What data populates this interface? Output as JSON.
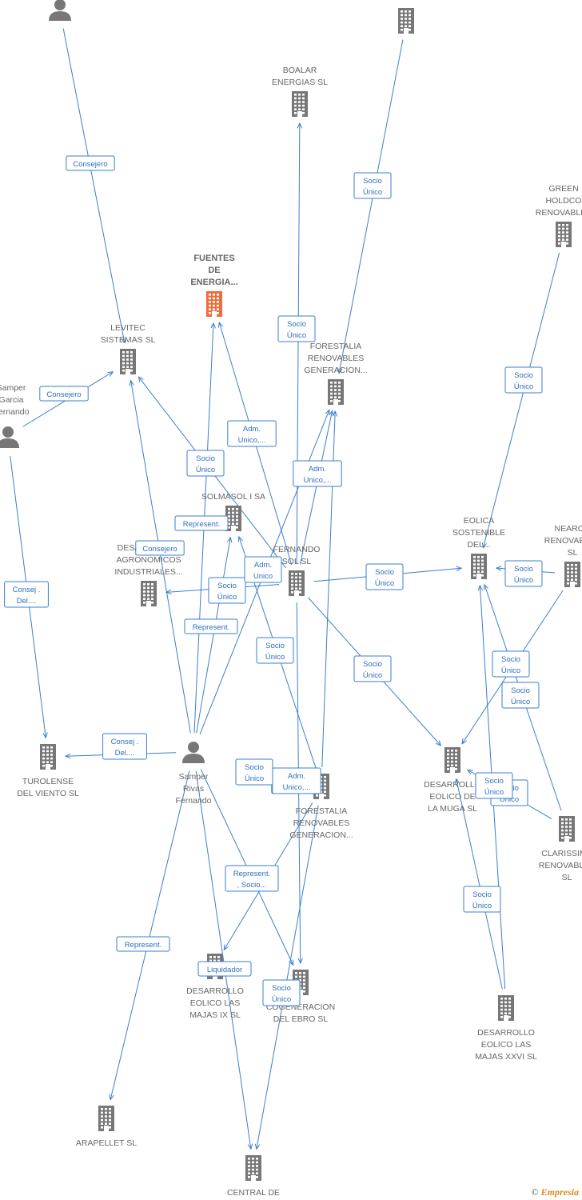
{
  "colors": {
    "edge": "#3a7fd0",
    "company": "#777777",
    "highlight": "#f26b3a",
    "person": "#777777"
  },
  "footer": {
    "copyright": "©",
    "brand": "Empresia"
  },
  "nodes": [
    {
      "id": "p_top",
      "type": "person",
      "label": []
    },
    {
      "id": "c_top",
      "type": "company",
      "label": []
    },
    {
      "id": "boalar",
      "type": "company",
      "label": [
        "BOALAR",
        "ENERGIAS  SL"
      ]
    },
    {
      "id": "green",
      "type": "company",
      "label": [
        "GREEN",
        "HOLDCO",
        "RENOVABLES"
      ]
    },
    {
      "id": "fuentes",
      "type": "company",
      "highlight": true,
      "label": [
        "FUENTES",
        "DE",
        "ENERGIA..."
      ]
    },
    {
      "id": "levitec",
      "type": "company",
      "label": [
        "LEVITEC",
        "SISTEMAS  SL"
      ]
    },
    {
      "id": "forestalia1",
      "type": "company",
      "label": [
        "FORESTALIA",
        "RENOVABLES",
        "GENERACION..."
      ]
    },
    {
      "id": "p_left",
      "type": "person",
      "label": [
        "Samper",
        "Garcia",
        "Fernando"
      ]
    },
    {
      "id": "solmasol",
      "type": "company",
      "label": [
        "SOLMASOL I SA"
      ]
    },
    {
      "id": "desarrollos_agro",
      "type": "company",
      "label": [
        "DESARROLLOS",
        "AGRONOMICOS",
        "INDUSTRIALES..."
      ]
    },
    {
      "id": "fernando_sol",
      "type": "company",
      "label": [
        "FERNANDO",
        "SOL SL"
      ]
    },
    {
      "id": "eolica",
      "type": "company",
      "label": [
        "EOLICA",
        "SOSTENIBLE",
        "DEL..."
      ]
    },
    {
      "id": "nearco",
      "type": "company",
      "label": [
        "NEARCO",
        "RENOVABLES",
        "SL"
      ]
    },
    {
      "id": "turolense",
      "type": "company",
      "label": [
        "TUROLENSE",
        "DEL VIENTO SL"
      ]
    },
    {
      "id": "p_samper",
      "type": "person",
      "label": [
        "Samper",
        "Rivas",
        "Fernando"
      ]
    },
    {
      "id": "forestalia2",
      "type": "company",
      "label": [
        "FORESTALIA",
        "RENOVABLES",
        "GENERACION..."
      ]
    },
    {
      "id": "muga",
      "type": "company",
      "label": [
        "DESARROLLO",
        "EOLICO DE",
        "LA MUGA SL"
      ]
    },
    {
      "id": "clarissima",
      "type": "company",
      "label": [
        "CLARISSIMA",
        "RENOVABLES",
        "SL"
      ]
    },
    {
      "id": "majas9",
      "type": "company",
      "label": [
        "DESARROLLO",
        "EOLICO LAS",
        "MAJAS IX  SL"
      ]
    },
    {
      "id": "cogeneracion",
      "type": "company",
      "label": [
        "COGENERACION",
        "DEL EBRO  SL"
      ]
    },
    {
      "id": "majas26",
      "type": "company",
      "label": [
        "DESARROLLO",
        "EOLICO LAS",
        "MAJAS XXVI  SL"
      ]
    },
    {
      "id": "arapellet",
      "type": "company",
      "label": [
        "ARAPELLET  SL"
      ]
    },
    {
      "id": "central",
      "type": "company",
      "label": [
        "CENTRAL DE"
      ]
    }
  ],
  "edges": [
    {
      "from": "p_top",
      "to": "levitec",
      "label": [
        "Consejero"
      ]
    },
    {
      "from": "c_top",
      "to": "forestalia1",
      "label": [
        "Socio",
        "Único"
      ]
    },
    {
      "from": "green",
      "to": "eolica",
      "label": [
        "Socio",
        "Único"
      ]
    },
    {
      "from": "p_left",
      "to": "levitec",
      "label": [
        "Consejero"
      ]
    },
    {
      "from": "p_left",
      "to": "turolense",
      "label": [
        "Consej .",
        "Del...."
      ]
    },
    {
      "from": "fernando_sol",
      "to": "boalar",
      "label": [
        "Socio",
        "Único"
      ]
    },
    {
      "from": "fernando_sol",
      "to": "fuentes",
      "label": [
        "Adm.",
        "Unico,..."
      ]
    },
    {
      "from": "fernando_sol",
      "to": "levitec",
      "label": [
        "Socio",
        "Único"
      ]
    },
    {
      "from": "fernando_sol",
      "to": "forestalia1",
      "label": [
        "Adm.",
        "Unico,..."
      ]
    },
    {
      "from": "fernando_sol",
      "to": "desarrollos_agro",
      "label": [
        "Socio",
        "Único"
      ]
    },
    {
      "from": "fernando_sol",
      "to": "eolica",
      "label": [
        "Socio",
        "Único"
      ]
    },
    {
      "from": "fernando_sol",
      "to": "muga",
      "label": [
        "Socio",
        "Único"
      ]
    },
    {
      "from": "fernando_sol",
      "to": "cogeneracion",
      "label": [
        "Adm.",
        "Unico,..."
      ]
    },
    {
      "from": "p_samper",
      "to": "fuentes",
      "label": [
        "Represent."
      ]
    },
    {
      "from": "p_samper",
      "to": "levitec",
      "label": [
        "Consejero"
      ]
    },
    {
      "from": "p_samper",
      "to": "solmasol",
      "label": [
        "Represent."
      ]
    },
    {
      "from": "p_samper",
      "to": "forestalia1",
      "label": [
        "Adm.",
        "Unico"
      ]
    },
    {
      "from": "p_samper",
      "to": "turolense",
      "label": [
        "Consej .",
        "Del...."
      ]
    },
    {
      "from": "p_samper",
      "to": "arapellet",
      "label": [
        "Represent."
      ]
    },
    {
      "from": "p_samper",
      "to": "cogeneracion",
      "label": [
        "Represent.",
        ", Socio..."
      ]
    },
    {
      "from": "p_samper",
      "to": "central",
      "label": [
        "Liquidador"
      ]
    },
    {
      "from": "forestalia2",
      "to": "forestalia1",
      "label": [
        "Adm.",
        "Unico,..."
      ]
    },
    {
      "from": "forestalia2",
      "to": "solmasol",
      "label": [
        "Socio",
        "Único"
      ]
    },
    {
      "from": "forestalia2",
      "to": "majas9",
      "label": [
        "Socio",
        "Único"
      ]
    },
    {
      "from": "forestalia2",
      "to": "central",
      "label": [
        "Socio",
        "Único"
      ]
    },
    {
      "from": "nearco",
      "to": "eolica",
      "label": [
        "Socio",
        "Único"
      ]
    },
    {
      "from": "nearco",
      "to": "muga",
      "label": [
        "Socio",
        "Único"
      ]
    },
    {
      "from": "clarissima",
      "to": "eolica",
      "label": [
        "Socio",
        "Único"
      ]
    },
    {
      "from": "clarissima",
      "to": "muga",
      "label": [
        "Socio",
        "Único"
      ]
    },
    {
      "from": "majas26",
      "to": "eolica",
      "label": [
        "Socio",
        "Único"
      ]
    },
    {
      "from": "majas26",
      "to": "muga",
      "label": [
        "Socio",
        "Único"
      ]
    }
  ]
}
